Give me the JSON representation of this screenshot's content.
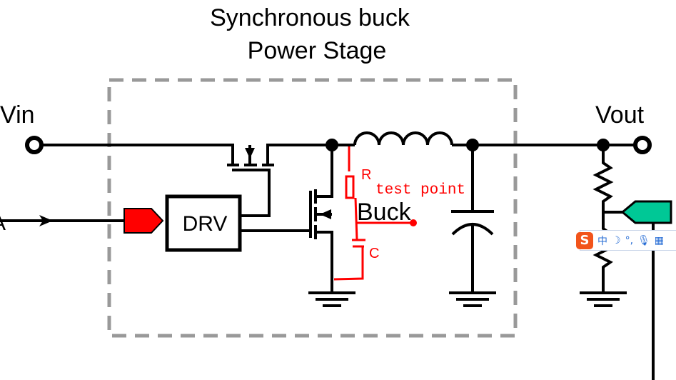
{
  "title_line1": "Synchronous buck",
  "title_line2": "Power Stage",
  "labels": {
    "vin": "Vin",
    "vout": "Vout",
    "drv": "DRV",
    "input_partial": "A",
    "buck": "Buck"
  },
  "annotations": {
    "resistor": "R",
    "capacitor": "C",
    "test_point": "test point"
  },
  "colors": {
    "input_tag": "#ff0000",
    "output_tag": "#00c896",
    "annotation": "#ff0000",
    "boundary": "#999999"
  },
  "ime_toolbar": {
    "logo": "S",
    "mode": "中",
    "moon": "☽",
    "punct": "°,",
    "mic": "mic-icon",
    "grid": "keyboard-icon"
  }
}
